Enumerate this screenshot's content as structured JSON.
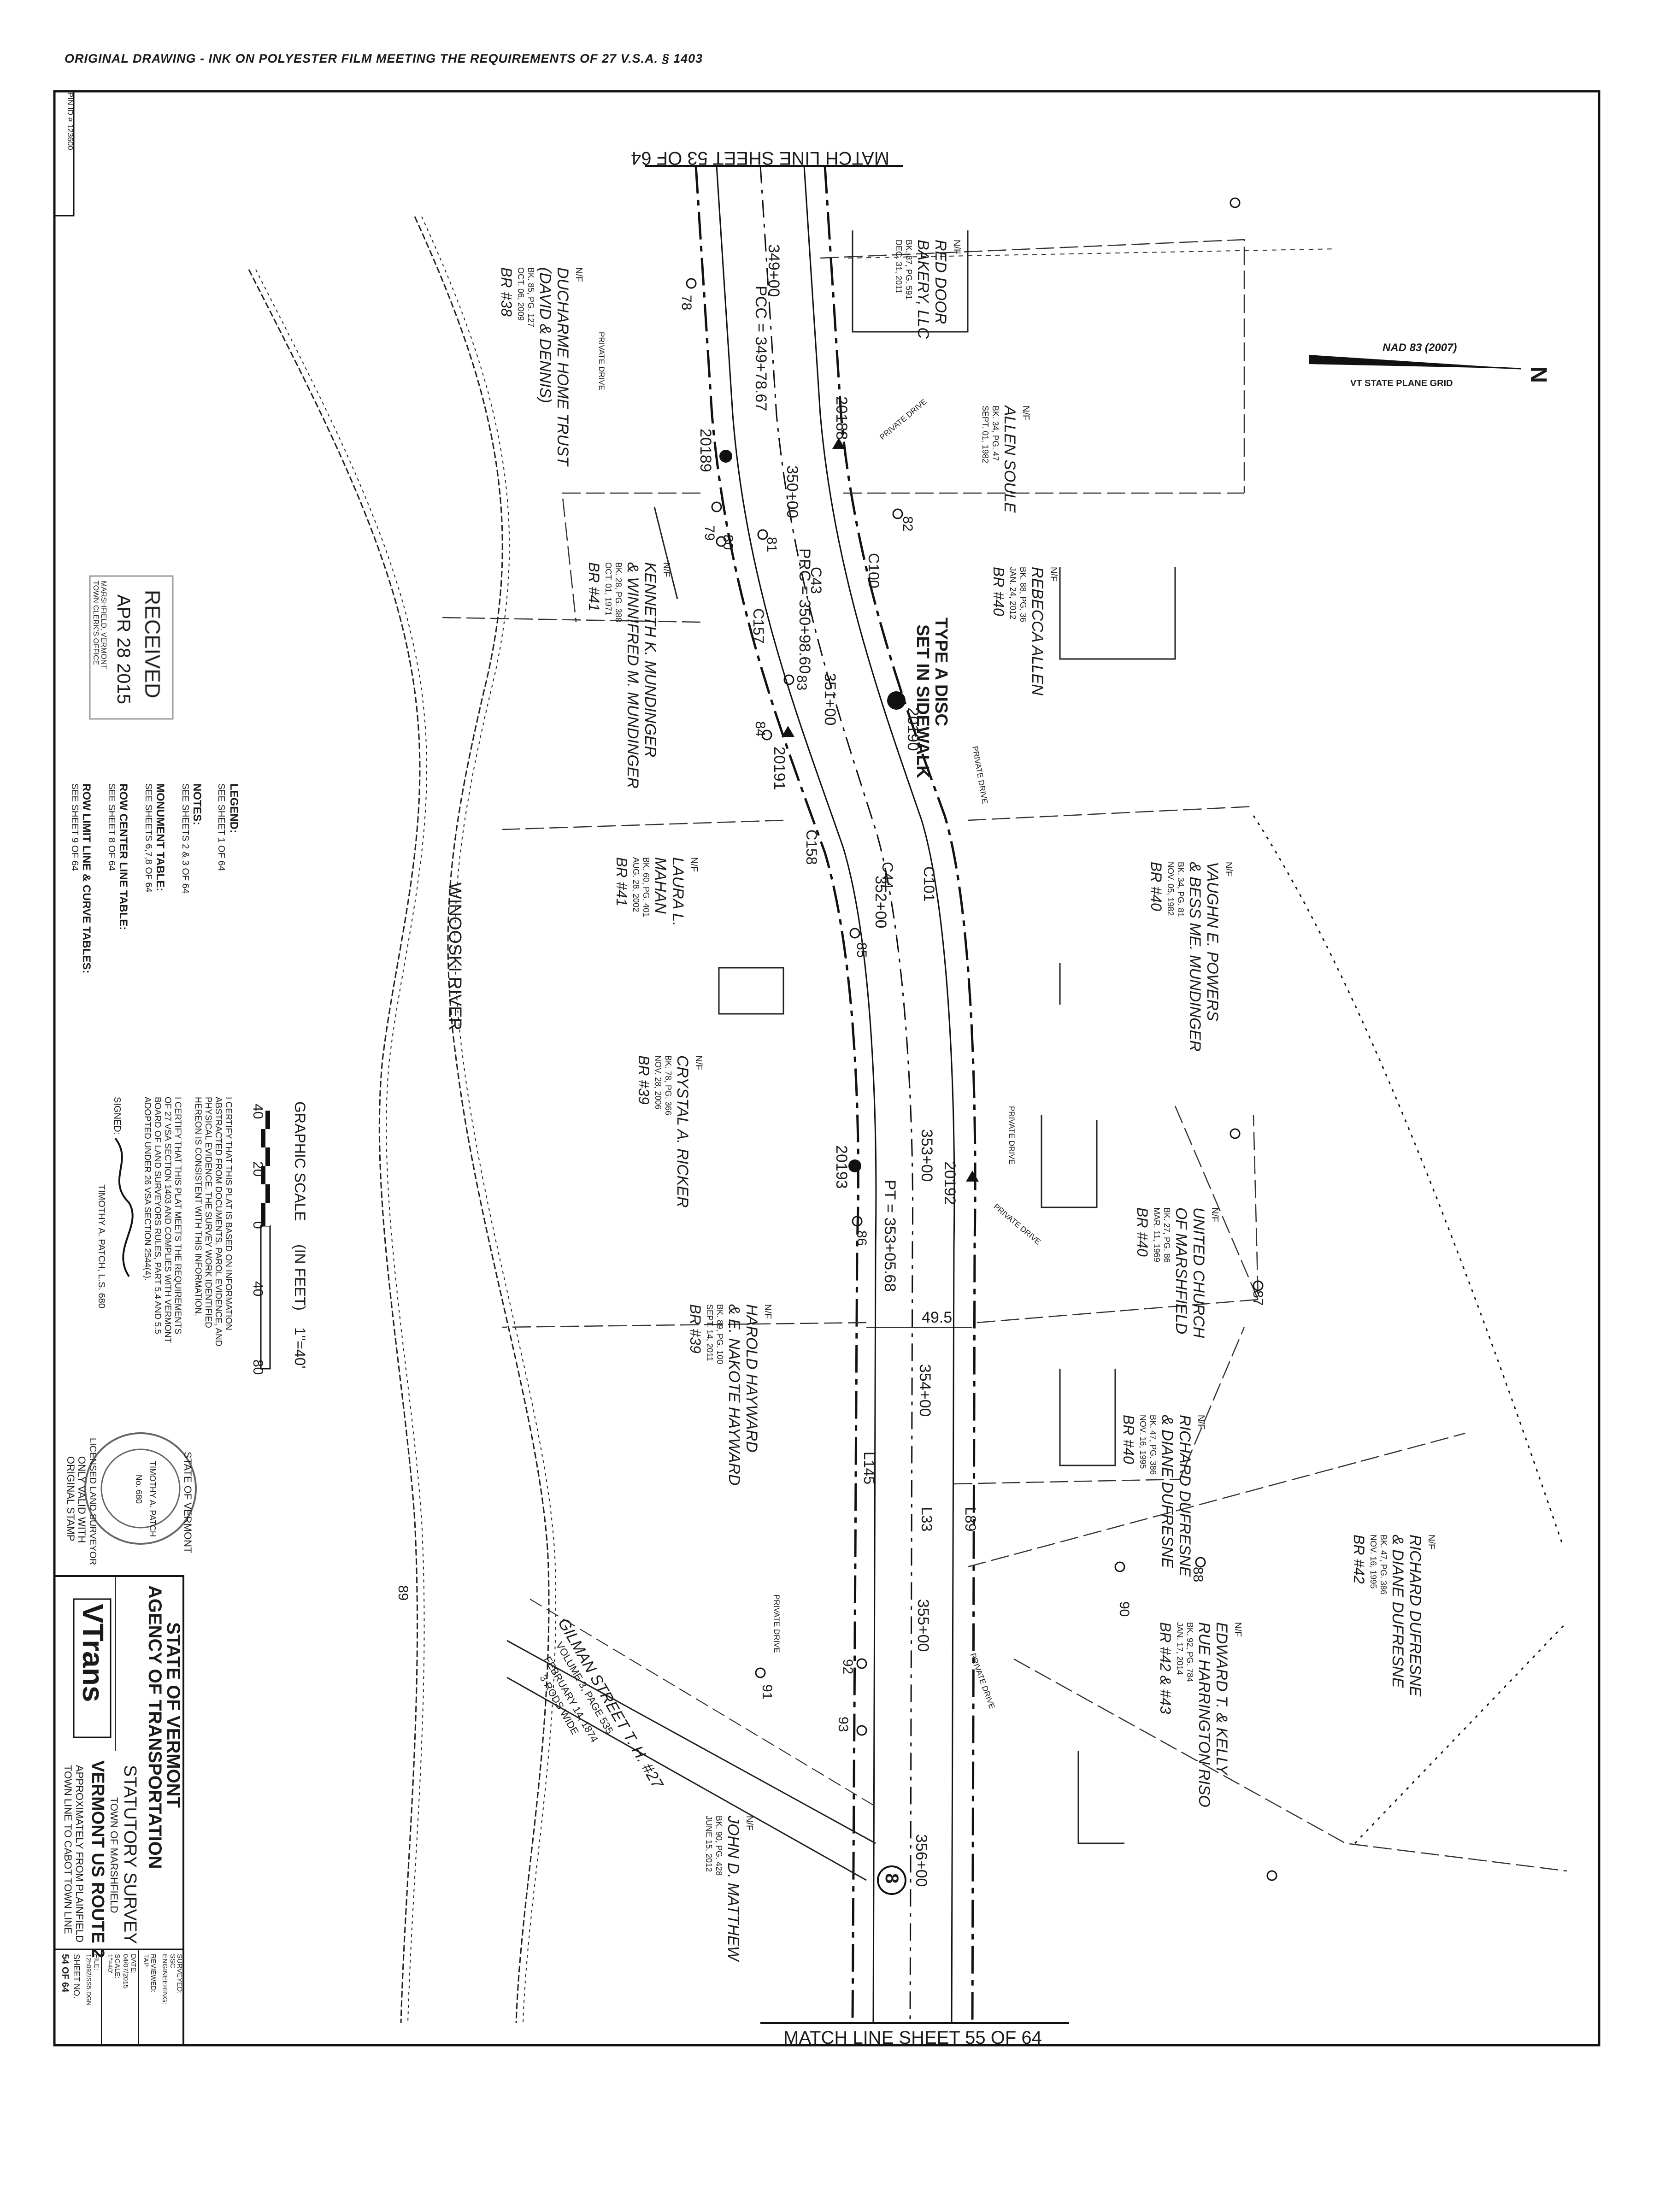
{
  "header": {
    "text": "ORIGINAL DRAWING - INK ON POLYESTER FILM MEETING THE REQUIREMENTS OF 27 V.S.A. § 1403"
  },
  "pin": "PIN ID # 123600",
  "match_lines": {
    "top": "MATCH LINE SHEET 53 OF 64",
    "bottom": "MATCH LINE SHEET 55 OF 64"
  },
  "north": {
    "datum": "NAD 83 (2007)",
    "grid": "VT STATE PLANE GRID",
    "letter": "N"
  },
  "river": "WINOOSKI RIVER",
  "stations": [
    "349+00",
    "350+00",
    "351+00",
    "352+00",
    "353+00",
    "354+00",
    "355+00",
    "356+00"
  ],
  "curve_labels": {
    "pcc": "PCC = 349+78.67",
    "prc": "PRC = 350+98.60",
    "pt": "PT = 353+05.68"
  },
  "line_labels": [
    "C100",
    "C101",
    "C43",
    "C44",
    "C157",
    "C158",
    "L89",
    "L33",
    "L145"
  ],
  "monuments": [
    "20188",
    "20189",
    "20190",
    "20191",
    "20192",
    "20193"
  ],
  "points": [
    "78",
    "79",
    "80",
    "81",
    "82",
    "83",
    "84",
    "85",
    "86",
    "87",
    "88",
    "89",
    "90",
    "91",
    "92",
    "93"
  ],
  "width_label": "49.5'",
  "route_number": "8",
  "disc_note": {
    "line1": "TYPE A DISC",
    "line2": "SET IN SIDEWALK"
  },
  "private_drive": "PRIVATE DRIVE",
  "parcels": [
    {
      "nf": "N/F",
      "name1": "RED DOOR",
      "name2": "BAKERY, LLC",
      "book": "BK. 87, PG. 591",
      "date": "DEC. 31, 2011",
      "br": ""
    },
    {
      "nf": "N/F",
      "name1": "ALLEN SOULE",
      "name2": "",
      "book": "BK. 34, PG. 47",
      "date": "SEPT. 01, 1982",
      "br": ""
    },
    {
      "nf": "N/F",
      "name1": "REBECCA ALLEN",
      "name2": "",
      "book": "BK. 88, PG. 36",
      "date": "JAN. 24, 2012",
      "br": "BR #40"
    },
    {
      "nf": "N/F",
      "name1": "DUCHARME HOME TRUST",
      "name2": "(DAVID & DENNIS)",
      "book": "BK. 85, PG. 127",
      "date": "OCT. 06, 2009",
      "br": "BR #38"
    },
    {
      "nf": "N/F",
      "name1": "KENNETH K. MUNDINGER",
      "name2": "& WINNIFRED M. MUNDINGER",
      "book": "BK. 28, PG. 388",
      "date": "OCT. 01, 1971",
      "br": "BR #41"
    },
    {
      "nf": "N/F",
      "name1": "VAUGHN E. POWERS",
      "name2": "& BESS ME. MUNDINGER",
      "book": "BK. 34, PG. 81",
      "date": "NOV. 05, 1982",
      "br": "BR #40"
    },
    {
      "nf": "N/F",
      "name1": "LAURA L.",
      "name2": "MAHAN",
      "book": "BK. 60, PG. 401",
      "date": "AUG. 28, 2002",
      "br": "BR #41"
    },
    {
      "nf": "N/F",
      "name1": "CRYSTAL A. RICKER",
      "name2": "",
      "book": "BK. 78, PG. 366",
      "date": "NOV. 28, 2006",
      "br": "BR #39"
    },
    {
      "nf": "N/F",
      "name1": "UNITED CHURCH",
      "name2": "OF MARSHFIELD",
      "book": "BK. 27, PG. 86",
      "date": "MAR. 11, 1969",
      "br": "BR #40"
    },
    {
      "nf": "N/F",
      "name1": "HAROLD HAYWARD",
      "name2": "& E. NAKOTE HAYWARD",
      "book": "BK. 89, PG. 100",
      "date": "SEPT. 14, 2011",
      "br": "BR #39"
    },
    {
      "nf": "N/F",
      "name1": "RICHARD DUFRESNE",
      "name2": "& DIANE DUFRESNE",
      "book": "BK. 47, PG. 386",
      "date": "NOV. 16, 1995",
      "br": "BR #40"
    },
    {
      "nf": "N/F",
      "name1": "RICHARD DUFRESNE",
      "name2": "& DIANE DUFRESNE",
      "book": "BK. 47, PG. 386",
      "date": "NOV. 16, 1995",
      "br": "BR #42"
    },
    {
      "nf": "N/F",
      "name1": "EDWARD T. & KELLY",
      "name2": "RUE HARRINGTON RISO",
      "book": "BK. 92, PG. 784",
      "date": "JAN. 17, 2014",
      "br": "BR #42 & #43"
    },
    {
      "nf": "N/F",
      "name1": "JOHN D. MATTHEW",
      "name2": "",
      "book": "BK. 90, PG. 428",
      "date": "JUNE 15, 2012",
      "br": ""
    }
  ],
  "street": {
    "name": "GILMAN STREET T. H. #27",
    "volume": "VOLUME 3, PAGE 535",
    "date": "FEBRUARY 14, 1874",
    "width": "3 RODS WIDE"
  },
  "stamp_received": {
    "title": "RECEIVED",
    "date": "APR 28 2015",
    "office": "MARSHFIELD, VERMONT",
    "office2": "TOWN CLERK'S OFFICE"
  },
  "legend": {
    "title": "LEGEND:",
    "see1": "SEE SHEET 1 OF 64",
    "notes_title": "NOTES:",
    "notes_see": "SEE SHEETS 2 & 3 OF 64",
    "monument_title": "MONUMENT TABLE:",
    "monument_see": "SEE SHEETS 6,7,8 OF 64",
    "row_title": "ROW CENTER LINE TABLE:",
    "row_see": "SEE SHEET 8 OF 64",
    "limit_title": "ROW LIMIT LINE & CURVE TABLES:",
    "limit_see": "SEE SHEET 9 OF 64"
  },
  "scale": {
    "title": "GRAPHIC SCALE",
    "unit": "(IN FEET)",
    "ratio": "1\"=40'",
    "ticks": [
      "40",
      "20",
      "0",
      "40",
      "80"
    ]
  },
  "certification": {
    "l1": "I CERTIFY THAT THIS PLAT IS BASED ON INFORMATION",
    "l2": "ABSTRACTED FROM DOCUMENTS, PAROL EVIDENCE, AND",
    "l3": "PHYSICAL EVIDENCE. THE SURVEY WORK IDENTIFIED",
    "l4": "HEREON IS CONSISTENT WITH THIS INFORMATION.",
    "l5": "I CERTIFY THAT THIS PLAT MEETS THE REQUIREMENTS",
    "l6": "OF 27 VSA SECTION 1403 AND COMPLIES WITH VERMONT",
    "l7": "BOARD OF LAND SURVEYORS RULES, PART 5.4 AND 5.5",
    "l8": "ADOPTED UNDER 26 VSA SECTION 2544(4).",
    "signed": "SIGNED:",
    "surveyor": "TIMOTHY A. PATCH, L.S. 680"
  },
  "seal": {
    "ring": "STATE OF VERMONT",
    "name": "TIMOTHY A. PATCH",
    "num": "No. 680",
    "bottom": "LICENSED LAND SURVEYOR"
  },
  "seal_note": {
    "l1": "ONLY VALID WITH",
    "l2": "ORIGINAL STAMP"
  },
  "title_block": {
    "state": "STATE OF VERMONT",
    "agency": "AGENCY OF TRANSPORTATION",
    "survey": "STATUTORY SURVEY",
    "town": "TOWN OF MARSHFIELD",
    "route": "VERMONT US ROUTE 2",
    "approx": "APPROXIMATELY FROM PLAINFIELD",
    "townline": "TOWN LINE TO CABOT TOWN LINE",
    "logo": "VTrans",
    "surveyed": "SURVEYED:",
    "surveyed_v": "SSC",
    "engineering": "ENGINEERING:",
    "reviewed": "REVIEWED:",
    "reviewed_v": "TAP",
    "date": "DATE:",
    "date_v": "04/07/2015",
    "scale": "SCALE:",
    "scale_v": "1\"=40'",
    "file": "FILE:",
    "file_v": "12h092/SS5.DGN",
    "sheet": "SHEET NO.",
    "sheet_v": "54 OF 64"
  }
}
